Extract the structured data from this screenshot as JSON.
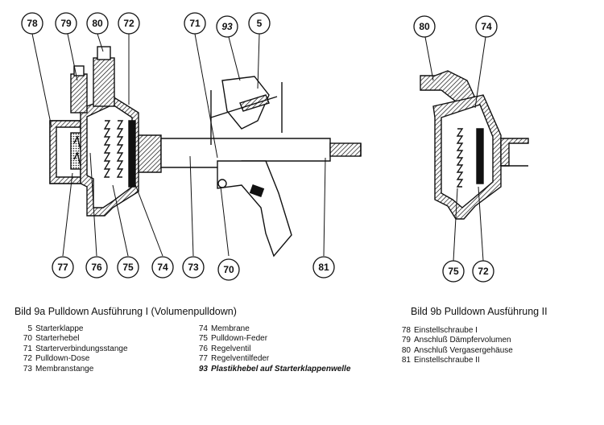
{
  "figure_a": {
    "caption": "Bild 9a  Pulldown Ausführung I (Volumenpulldown)",
    "legend_col1": [
      {
        "num": "5",
        "text": "Starterklappe"
      },
      {
        "num": "70",
        "text": "Starterhebel"
      },
      {
        "num": "71",
        "text": "Starterverbindungsstange"
      },
      {
        "num": "72",
        "text": "Pulldown-Dose"
      },
      {
        "num": "73",
        "text": "Membranstange"
      }
    ],
    "legend_col2": [
      {
        "num": "74",
        "text": "Membrane"
      },
      {
        "num": "75",
        "text": "Pulldown-Feder"
      },
      {
        "num": "76",
        "text": "Regelventil"
      },
      {
        "num": "77",
        "text": "Regelventilfeder"
      },
      {
        "num": "93",
        "text": "Plastikhebel auf Starterklappenwelle",
        "emphasis": true
      }
    ],
    "callouts_top": [
      "78",
      "79",
      "80",
      "72",
      "71",
      "93",
      "5"
    ],
    "callouts_bottom": [
      "77",
      "76",
      "75",
      "74",
      "73",
      "70",
      "81"
    ]
  },
  "figure_b": {
    "caption": "Bild 9b  Pulldown Ausführung II",
    "legend": [
      {
        "num": "78",
        "text": "Einstellschraube I"
      },
      {
        "num": "79",
        "text": "Anschluß Dämpfervolumen"
      },
      {
        "num": "80",
        "text": "Anschluß Vergasergehäuse"
      },
      {
        "num": "81",
        "text": "Einstellschraube II"
      }
    ],
    "callouts_top": [
      "80",
      "74"
    ],
    "callouts_bottom": [
      "75",
      "72"
    ]
  }
}
